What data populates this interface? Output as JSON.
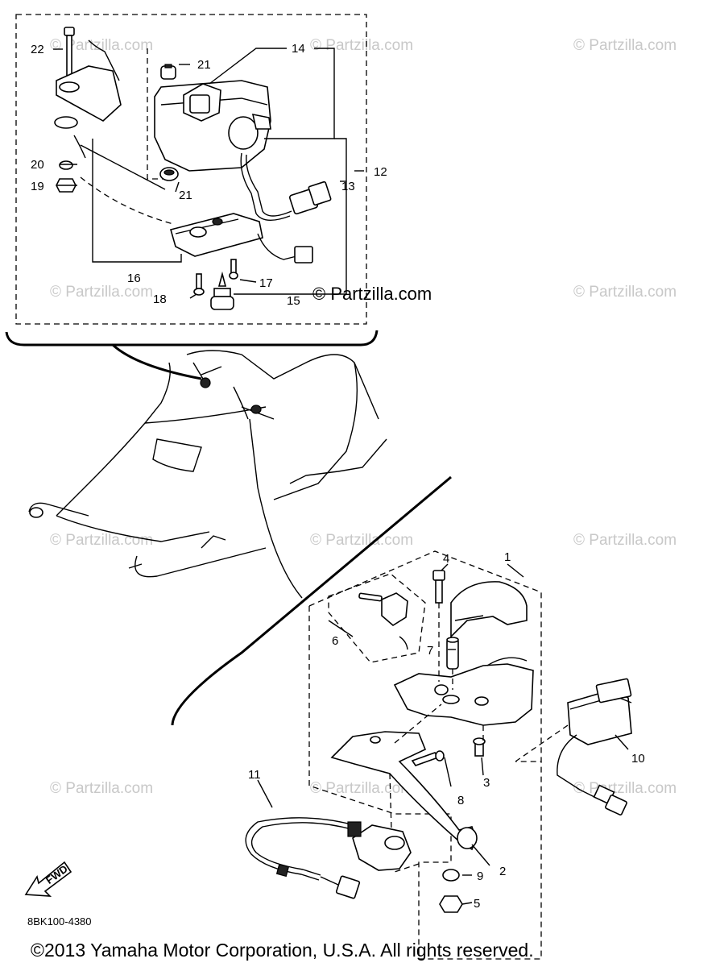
{
  "diagram": {
    "watermark": "© Partzilla.com",
    "watermark_strong": "© Partzilla.com",
    "drawing_code": "8BK100-4380",
    "fwd_label": "FWD",
    "copyright": "©2013 Yamaha Motor Corporation, U.S.A. All rights reserved.",
    "callouts": {
      "c1": "1",
      "c2": "2",
      "c3": "3",
      "c4": "4",
      "c5": "5",
      "c6": "6",
      "c7": "7",
      "c8": "8",
      "c9": "9",
      "c10": "10",
      "c11": "11",
      "c12": "12",
      "c13": "13",
      "c14": "14",
      "c15": "15",
      "c16": "16",
      "c17": "17",
      "c18": "18",
      "c19": "19",
      "c20": "20",
      "c21a": "21",
      "c21b": "21",
      "c22": "22"
    }
  }
}
